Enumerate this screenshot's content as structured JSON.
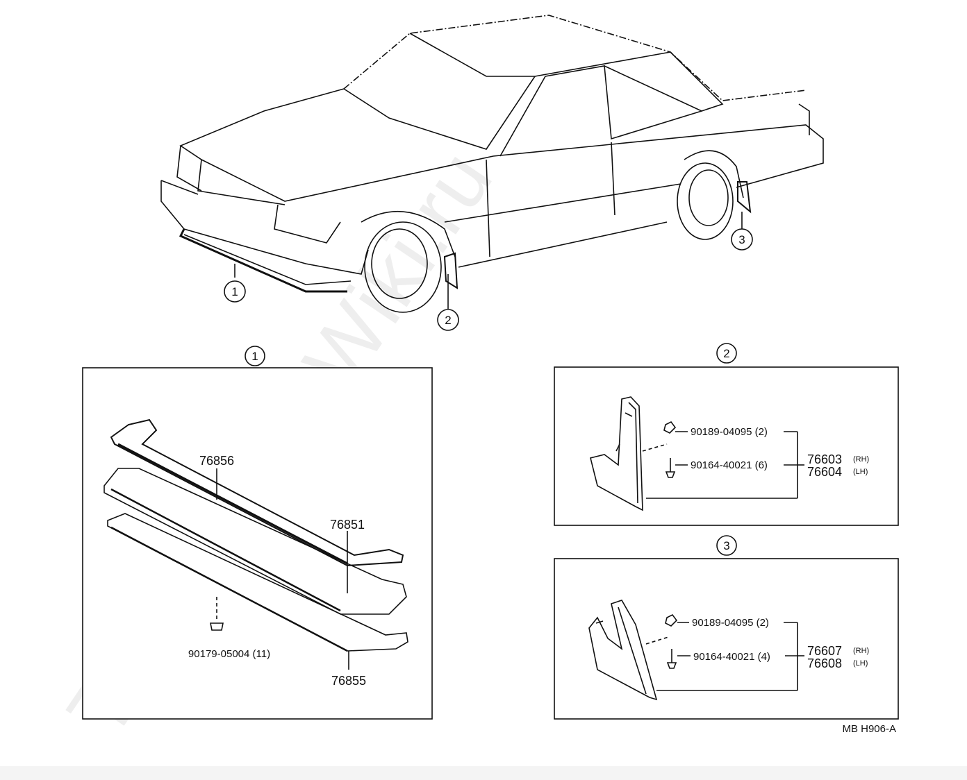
{
  "watermark": "Toyota-CarWiki.ru",
  "callouts": {
    "c1": "1",
    "c2": "2",
    "c3": "3"
  },
  "panel1": {
    "title": "1",
    "parts": {
      "p76856": "76856",
      "p76851": "76851",
      "p90179": "90179-05004 (11)",
      "p76855": "76855"
    }
  },
  "panel2": {
    "title": "2",
    "clip": "90189-04095 (2)",
    "screw": "90164-40021 (6)",
    "rh": "76603",
    "rh_side": "(RH)",
    "lh": "76604",
    "lh_side": "(LH)"
  },
  "panel3": {
    "title": "3",
    "clip": "90189-04095 (2)",
    "screw": "90164-40021 (4)",
    "rh": "76607",
    "rh_side": "(RH)",
    "lh": "76608",
    "lh_side": "(LH)"
  },
  "footer_code": "MB  H906-A"
}
